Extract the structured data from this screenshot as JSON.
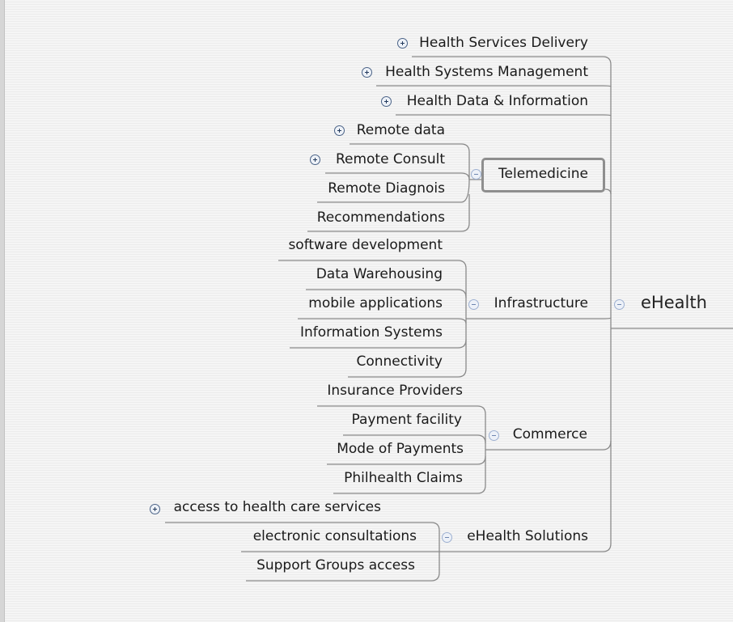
{
  "map": {
    "root": {
      "label": "eHealth",
      "state": "expanded"
    },
    "branches": [
      {
        "label": "Health Services Delivery",
        "state": "collapsed"
      },
      {
        "label": "Health Systems Management",
        "state": "collapsed"
      },
      {
        "label": "Health Data & Information",
        "state": "collapsed"
      },
      {
        "label": "Telemedicine",
        "state": "expanded",
        "selected": true,
        "children": [
          {
            "label": "Remote data",
            "state": "collapsed"
          },
          {
            "label": "Remote Consult",
            "state": "collapsed"
          },
          {
            "label": "Remote Diagnois"
          },
          {
            "label": "Recommendations"
          }
        ]
      },
      {
        "label": "Infrastructure",
        "state": "expanded",
        "children": [
          {
            "label": "software development"
          },
          {
            "label": "Data Warehousing"
          },
          {
            "label": "mobile applications"
          },
          {
            "label": "Information Systems"
          },
          {
            "label": "Connectivity"
          }
        ]
      },
      {
        "label": "Commerce",
        "state": "expanded",
        "children": [
          {
            "label": "Insurance Providers"
          },
          {
            "label": "Payment facility"
          },
          {
            "label": "Mode of Payments"
          },
          {
            "label": "Philhealth Claims"
          }
        ]
      },
      {
        "label": "eHealth Solutions",
        "state": "expanded",
        "children": [
          {
            "label": "access to health care services",
            "state": "collapsed"
          },
          {
            "label": "electronic consultations"
          },
          {
            "label": "Support Groups access"
          }
        ]
      }
    ]
  },
  "colors": {
    "connector": "#8a8a8a",
    "collapsed_toggle": "#4a6286",
    "expanded_toggle": "#9db0d1",
    "selection": "#8e8e8e"
  },
  "icons": {
    "collapsed": "plus-circle-icon",
    "expanded": "minus-circle-icon"
  }
}
